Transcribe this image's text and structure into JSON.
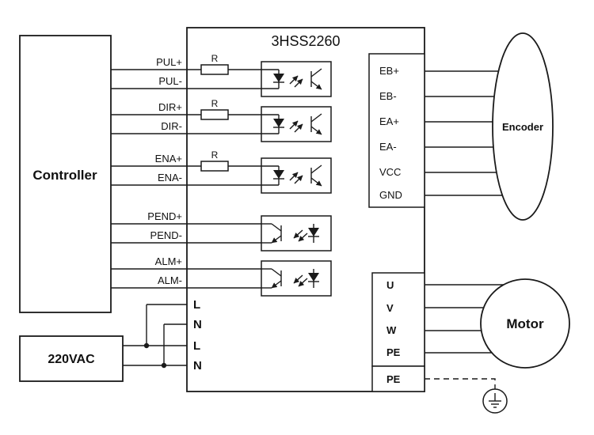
{
  "driver": {
    "model": "3HSS2260"
  },
  "controller": {
    "label": "Controller"
  },
  "power_supply": {
    "label": "220VAC"
  },
  "resistor": {
    "label": "R"
  },
  "signals": {
    "labels": [
      "PUL+",
      "PUL-",
      "DIR+",
      "DIR-",
      "ENA+",
      "ENA-",
      "PEND+",
      "PEND-",
      "ALM+",
      "ALM-"
    ]
  },
  "encoder_port": {
    "terminals": [
      "EB+",
      "EB-",
      "EA+",
      "EA-",
      "VCC",
      "GND"
    ]
  },
  "motor_port": {
    "terminals": [
      "U",
      "V",
      "W",
      "PE"
    ],
    "pe_label": "PE"
  },
  "mains": {
    "terminals": [
      "L",
      "N",
      "L",
      "N"
    ]
  },
  "encoder": {
    "label": "Encoder"
  },
  "motor": {
    "label": "Motor"
  },
  "ground": {
    "icon": "earth-ground-icon"
  },
  "colors": {
    "line": "#1a1a1a",
    "background": "#ffffff"
  }
}
